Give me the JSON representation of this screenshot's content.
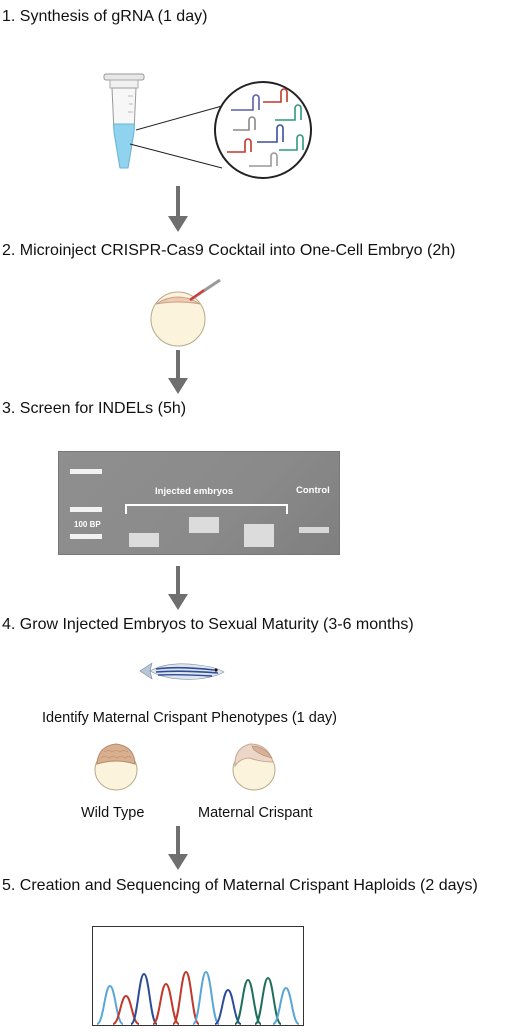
{
  "steps": [
    "1. Synthesis of gRNA (1 day)",
    "2. Microinject CRISPR-Cas9 Cocktail into One-Cell Embryo (2h)",
    "3. Screen for INDELs (5h)",
    "4. Grow Injected Embryos to Sexual Maturity (3-6 months)",
    "5. Creation and Sequencing of Maternal Crispant Haploids (2 days)"
  ],
  "gel": {
    "injected_label": "Injected embryos",
    "control_label": "Control",
    "ladder_label": "100 BP"
  },
  "phenotype": {
    "title": "Identify Maternal Crispant Phenotypes (1 day)",
    "wild_type": "Wild Type",
    "maternal_crispant": "Maternal Crispant"
  },
  "colors": {
    "arrow": "#6f6f6f",
    "gel_bg": "#8c8c8c",
    "tube_fill": "#8fd3ef",
    "chrom_blue": "#2e4c9a",
    "chrom_red": "#c0392b",
    "chrom_light_blue": "#5aa6d6",
    "chrom_green": "#1f6f5c"
  }
}
